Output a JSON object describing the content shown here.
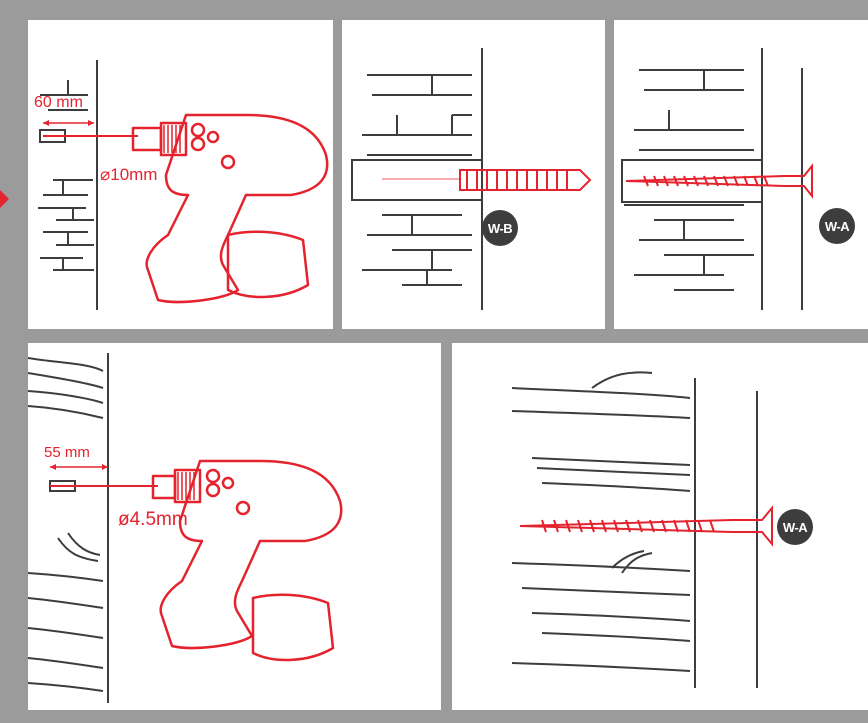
{
  "colors": {
    "accent": "#e4232e",
    "line": "#3d3d3d",
    "frame": "#9b9b9b",
    "panel": "#ffffff"
  },
  "panels": {
    "p1": {
      "depth_label": "60 mm",
      "diameter_label": "⌀10mm"
    },
    "p2": {
      "badge": "W-B"
    },
    "p3": {
      "badge": "W-A"
    },
    "p4": {
      "depth_label": "55 mm",
      "diameter_label": "ø4.5mm"
    },
    "p5": {
      "badge": "W-A"
    }
  }
}
